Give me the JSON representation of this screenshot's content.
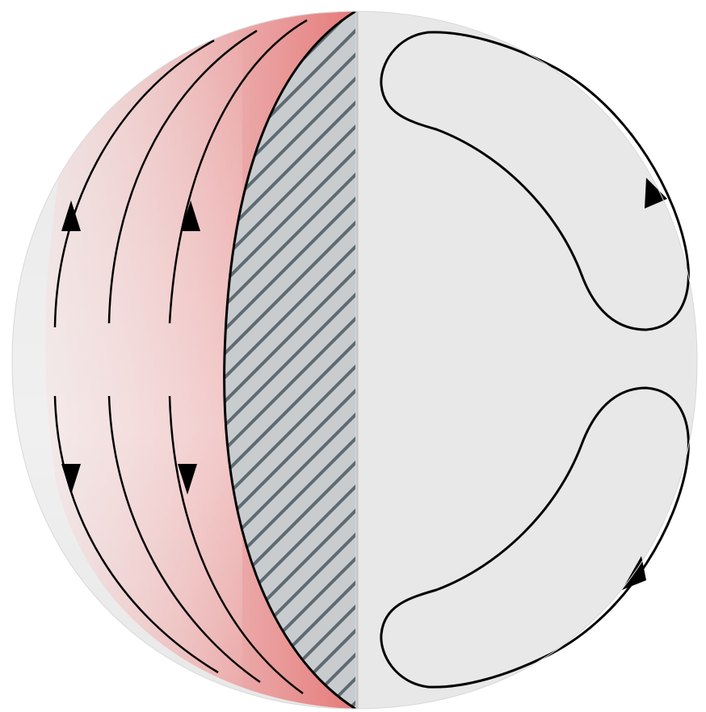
{
  "diagram": {
    "colors": {
      "background": "#ffffff",
      "sphere_fill": "#e8e8e8",
      "pink_light": "#f2c9c9",
      "pink_mid": "#ecaaaa",
      "pink_strong": "#e98282",
      "hatch_region": "#c9ccce",
      "hatch_line": "#5e6a72",
      "stream_line": "#000000"
    },
    "left_hemisphere": {
      "shading": "pink-gradient",
      "flow_lines": 4,
      "arrows_up": 2,
      "arrows_down": 2,
      "hatched_region": "right-crescent"
    },
    "right_hemisphere": {
      "closed_loops": 2,
      "arrows": 2
    }
  }
}
